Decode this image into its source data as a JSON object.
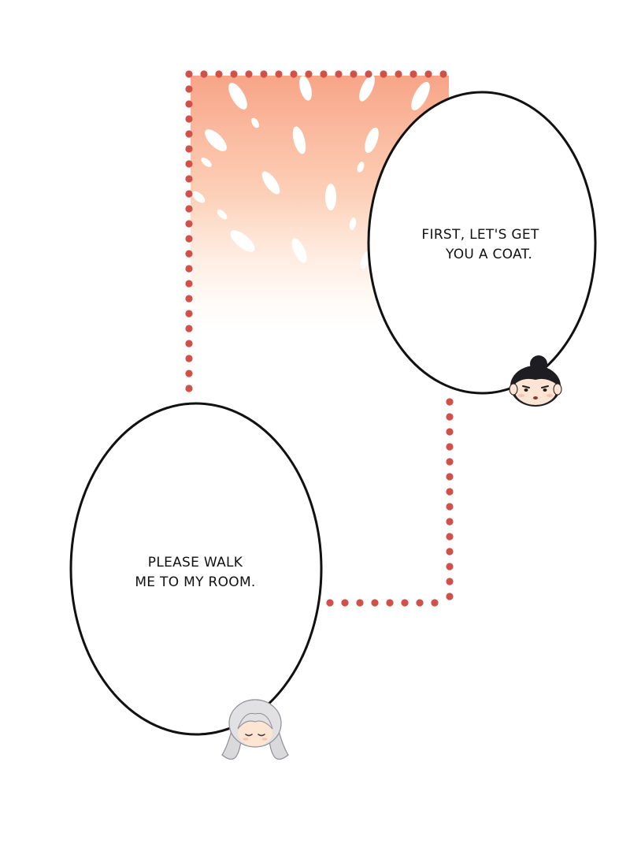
{
  "panel": {
    "border_color": "#d0504a",
    "glow_color_top": "#f8a487",
    "glow_color_fade": "#ffffff"
  },
  "bubbles": [
    {
      "speaker_icon": "dark-haired-character-face-icon",
      "lines": [
        "FIRST, LET'S GET",
        "YOU A COAT."
      ]
    },
    {
      "speaker_icon": "silver-haired-character-face-icon",
      "lines": [
        "PLEASE WALK",
        "ME TO MY ROOM."
      ]
    }
  ]
}
